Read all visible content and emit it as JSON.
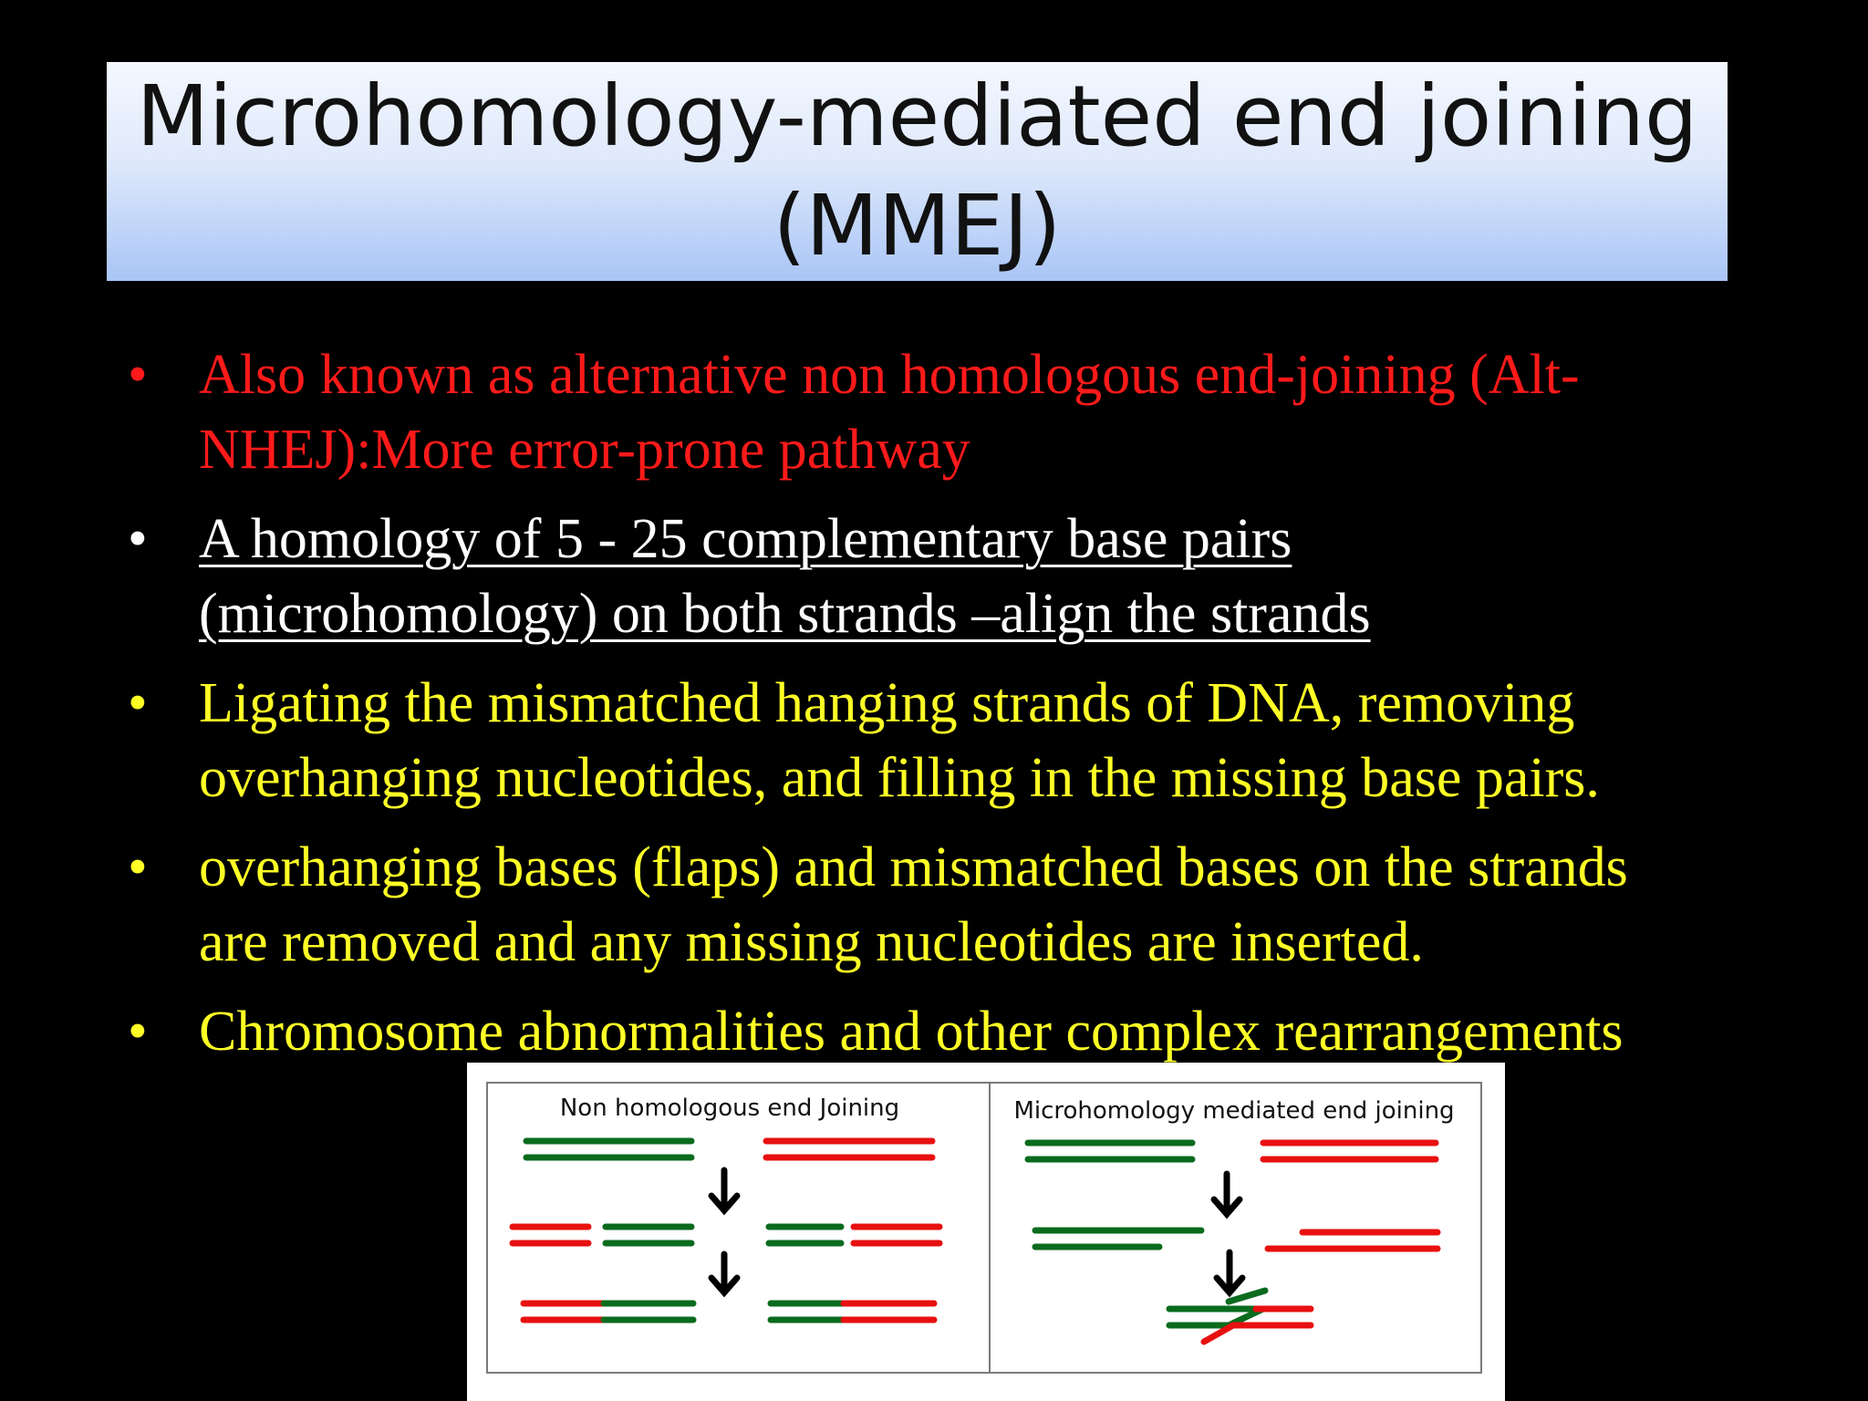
{
  "slide": {
    "title_line1": "Microhomology-mediated end joining",
    "title_line2": "(MMEJ)",
    "bullets": [
      {
        "text_line1": "Also known as alternative non homologous end-joining (Alt-",
        "text_line2": "NHEJ):More error-prone pathway",
        "color": "#ff1a1a"
      },
      {
        "text_line1": "A homology of 5 - 25 complementary base pairs",
        "text_line2": "(microhomology) on both strands –align the strands",
        "color": "#ffffff"
      },
      {
        "text_line1": "Ligating the mismatched hanging strands of DNA, removing",
        "text_line2": "overhanging nucleotides, and filling in the missing base pairs.",
        "color": "#ffff26"
      },
      {
        "text_line1": "overhanging bases (flaps) and mismatched bases on the strands",
        "text_line2": "are removed and any missing nucleotides are inserted.",
        "color": "#ffff26"
      },
      {
        "text_line1": "Chromosome abnormalities and other complex rearrangements",
        "color": "#ffff26"
      }
    ],
    "bullet_glyph": "•"
  },
  "figure": {
    "left_panel_title": "Non homologous end Joining",
    "right_panel_title": "Microhomology mediated end joining",
    "strand_colors": {
      "green": "#0a6b1e",
      "red": "#e81010"
    },
    "arrow_icon": "down-arrow-icon"
  }
}
